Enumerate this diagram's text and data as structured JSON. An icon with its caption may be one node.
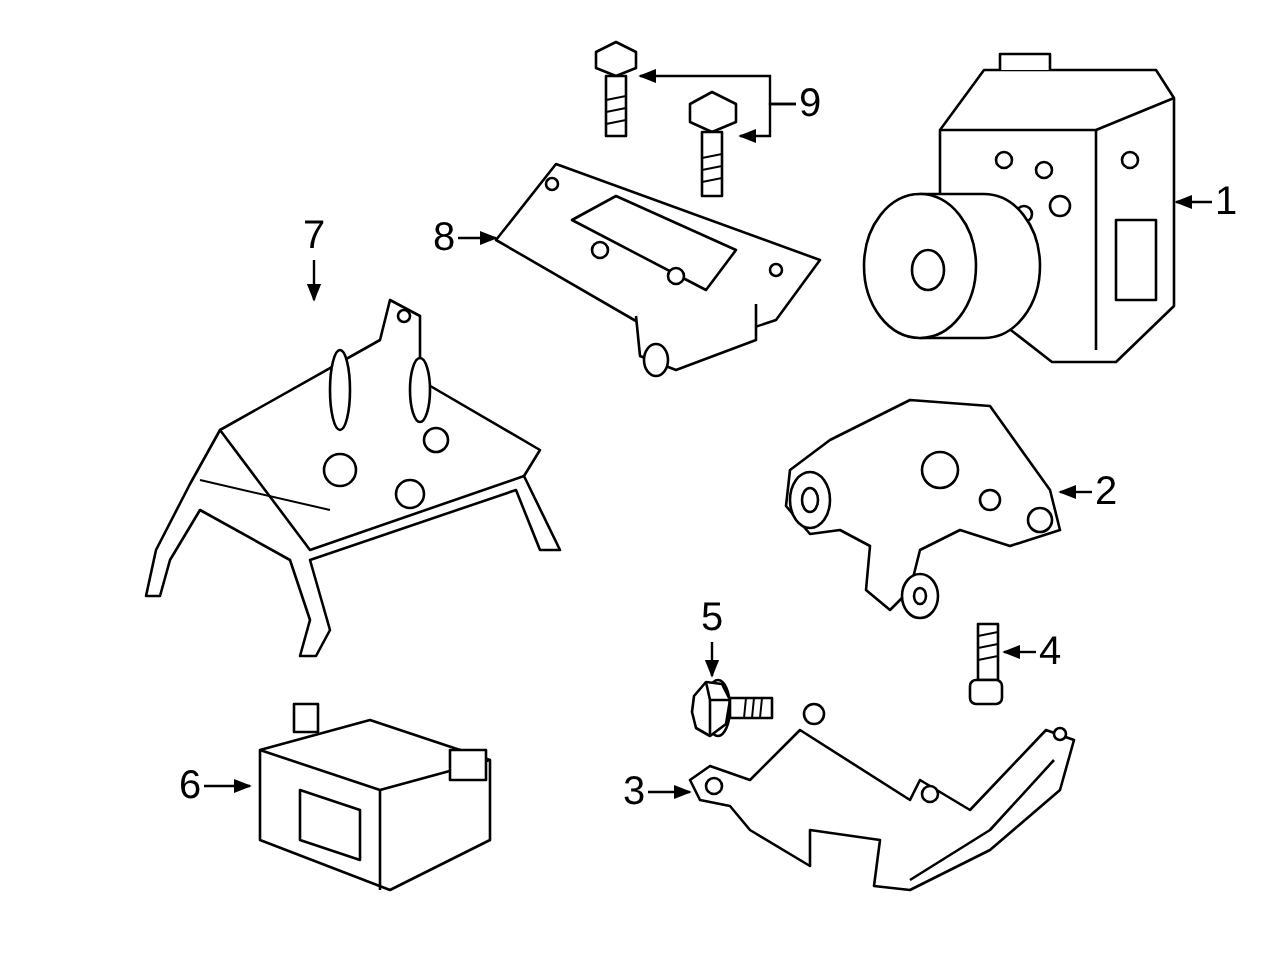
{
  "diagram": {
    "nodes": [
      {
        "text": [
          "1"
        ]
      },
      {
        "text": [
          "2"
        ]
      },
      {
        "text": [
          "3"
        ]
      },
      {
        "text": [
          "4"
        ]
      },
      {
        "text": [
          "5"
        ]
      },
      {
        "text": [
          "6"
        ]
      },
      {
        "text": [
          "7"
        ]
      },
      {
        "text": [
          "8"
        ]
      },
      {
        "text": [
          "9"
        ]
      },
      {
        "text": [],
        "shape": "picture"
      },
      {
        "text": [],
        "shape": "picture"
      },
      {
        "text": [],
        "shape": "picture"
      },
      {
        "text": [],
        "shape": "picture"
      },
      {
        "text": [],
        "shape": "picture"
      },
      {
        "text": [],
        "shape": "picture"
      },
      {
        "text": [],
        "shape": "picture"
      },
      {
        "text": [],
        "shape": "picture"
      },
      {
        "text": [],
        "shape": "picture"
      },
      {
        "text": [],
        "shape": "picture"
      }
    ],
    "edges": [
      {
        "from": 0,
        "to": 9,
        "arrow": "to"
      },
      {
        "from": 1,
        "to": 10,
        "arrow": "to"
      },
      {
        "from": 2,
        "to": 11,
        "arrow": "to"
      },
      {
        "from": 3,
        "to": 12,
        "arrow": "to"
      },
      {
        "from": 4,
        "to": 13,
        "arrow": "to"
      },
      {
        "from": 5,
        "to": 14,
        "arrow": "to"
      },
      {
        "from": 6,
        "to": 15,
        "arrow": "to"
      },
      {
        "from": 7,
        "to": 16,
        "arrow": "to"
      },
      {
        "from": 8,
        "to": 17,
        "arrow": "to"
      },
      {
        "from": 8,
        "to": 18,
        "arrow": "to"
      }
    ]
  }
}
